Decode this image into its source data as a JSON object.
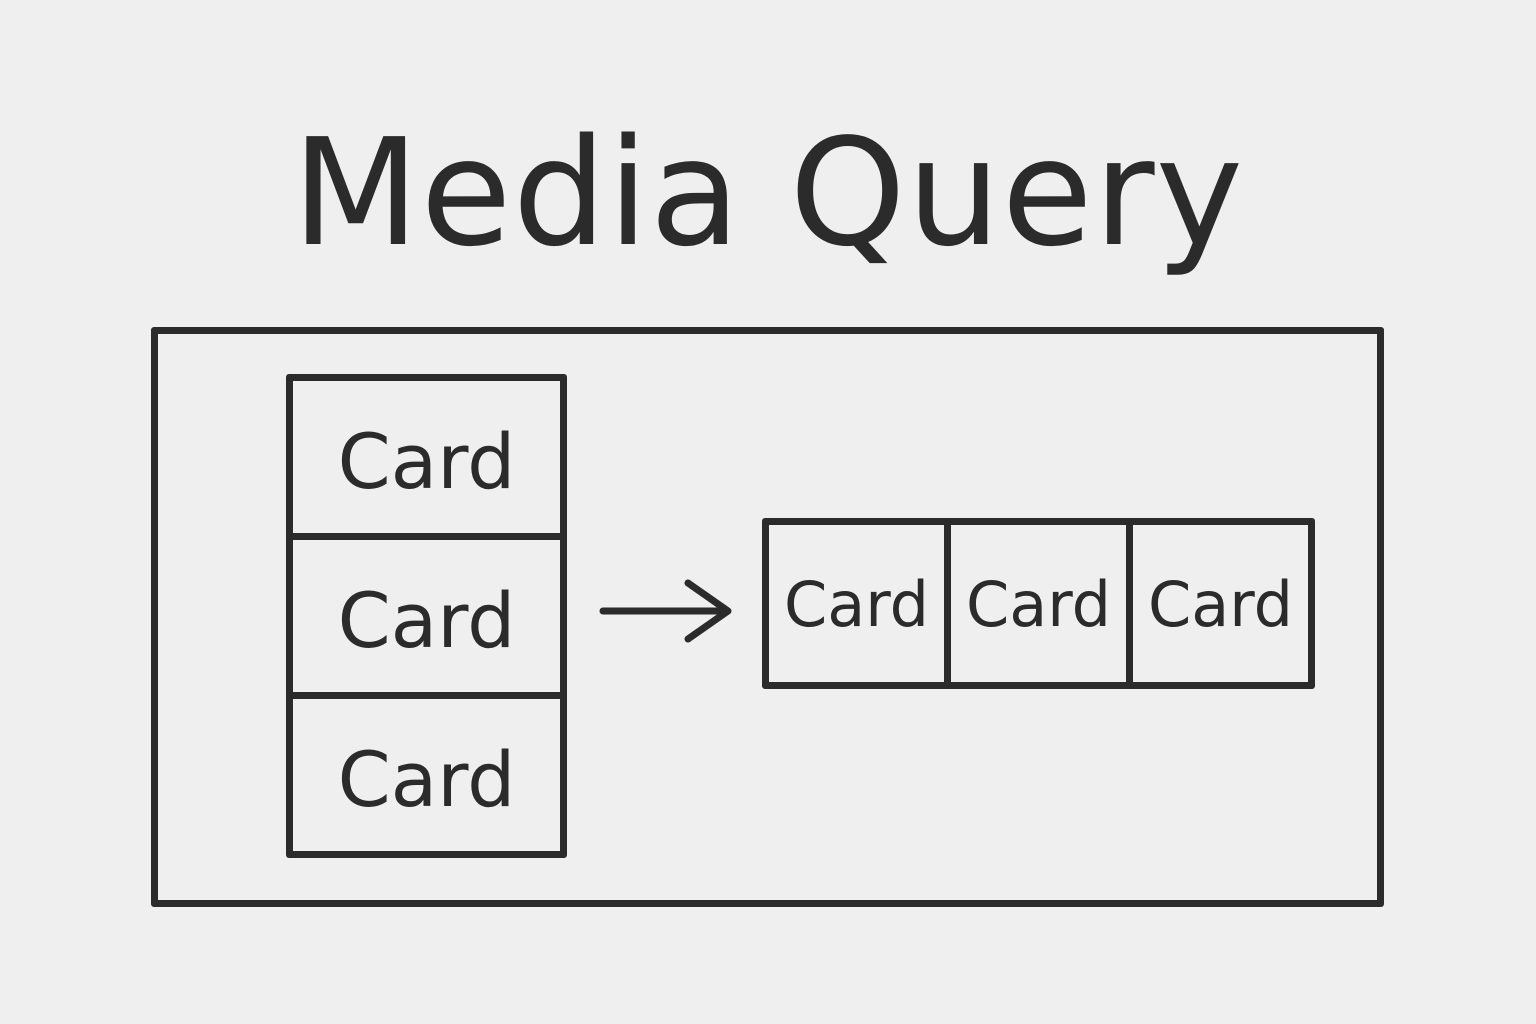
{
  "title": "Media Query",
  "stacked_cards": [
    {
      "label": "Card"
    },
    {
      "label": "Card"
    },
    {
      "label": "Card"
    }
  ],
  "row_cards": [
    {
      "label": "Card"
    },
    {
      "label": "Card"
    },
    {
      "label": "Card"
    }
  ],
  "arrow": {
    "icon": "arrow-right-icon"
  }
}
